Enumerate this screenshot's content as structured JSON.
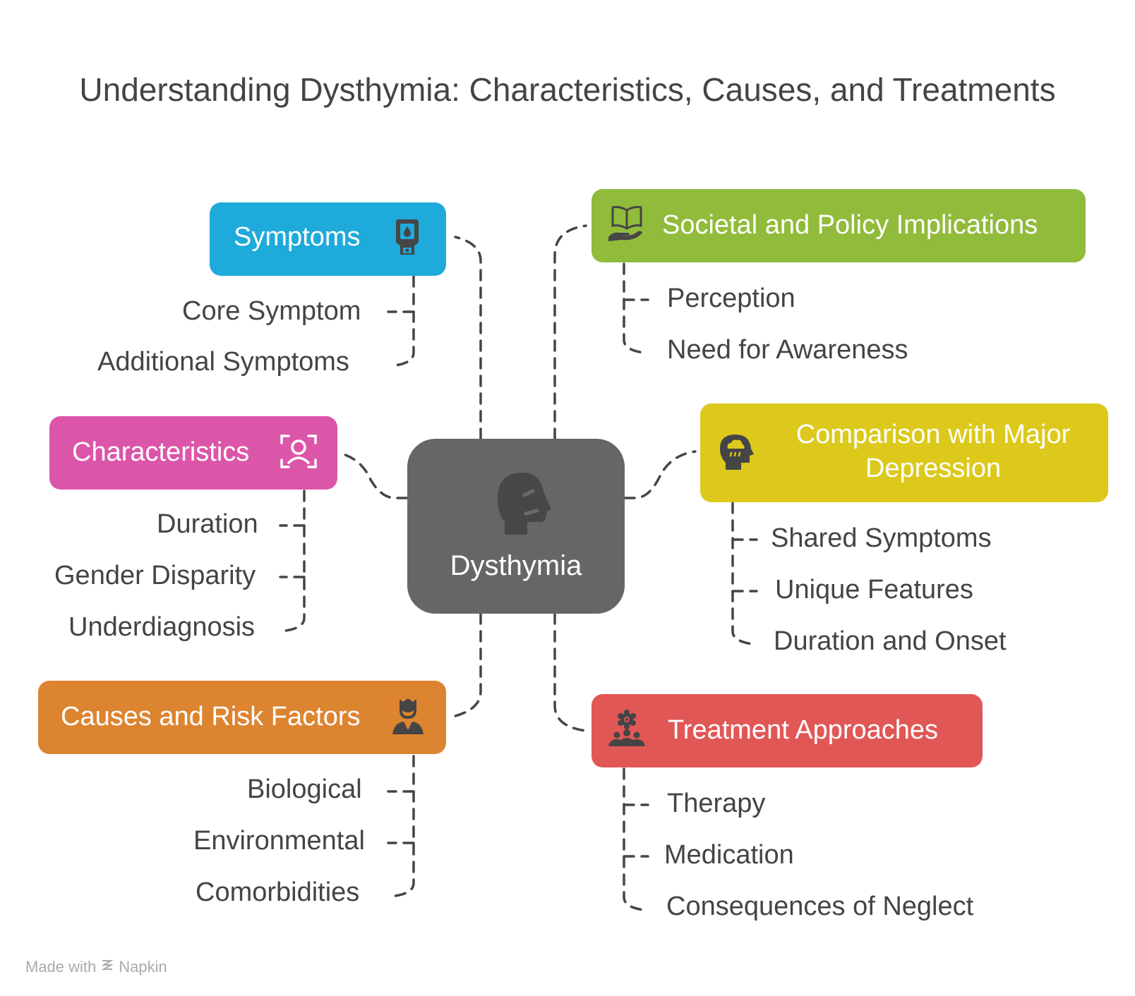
{
  "title": "Understanding Dysthymia: Characteristics, Causes, and Treatments",
  "center": {
    "label": "Dysthymia",
    "icon": "head-profile-icon"
  },
  "branches": {
    "symptoms": {
      "label": "Symptoms",
      "color": "#1EAADB",
      "icon": "glucose-meter-icon",
      "items": [
        "Core Symptom",
        "Additional Symptoms"
      ]
    },
    "characteristics": {
      "label": "Characteristics",
      "color": "#DB56A9",
      "icon": "face-scan-icon",
      "items": [
        "Duration",
        "Gender Disparity",
        "Underdiagnosis"
      ]
    },
    "causes": {
      "label": "Causes and Risk Factors",
      "color": "#DD8430",
      "icon": "person-icon",
      "items": [
        "Biological",
        "Environmental",
        "Comorbidities"
      ]
    },
    "societal": {
      "label": "Societal and Policy Implications",
      "color": "#91BB3B",
      "icon": "book-hand-icon",
      "items": [
        "Perception",
        "Need for Awareness"
      ]
    },
    "comparison": {
      "label_line1": "Comparison with Major",
      "label_line2": "Depression",
      "color": "#DCC91B",
      "icon": "head-rain-cloud-icon",
      "items": [
        "Shared Symptoms",
        "Unique Features",
        "Duration and Onset"
      ]
    },
    "treatment": {
      "label": "Treatment Approaches",
      "color": "#E15756",
      "icon": "group-gear-icon",
      "items": [
        "Therapy",
        "Medication",
        "Consequences of Neglect"
      ]
    }
  },
  "footer": {
    "made_with": "Made with",
    "brand": "Napkin"
  }
}
